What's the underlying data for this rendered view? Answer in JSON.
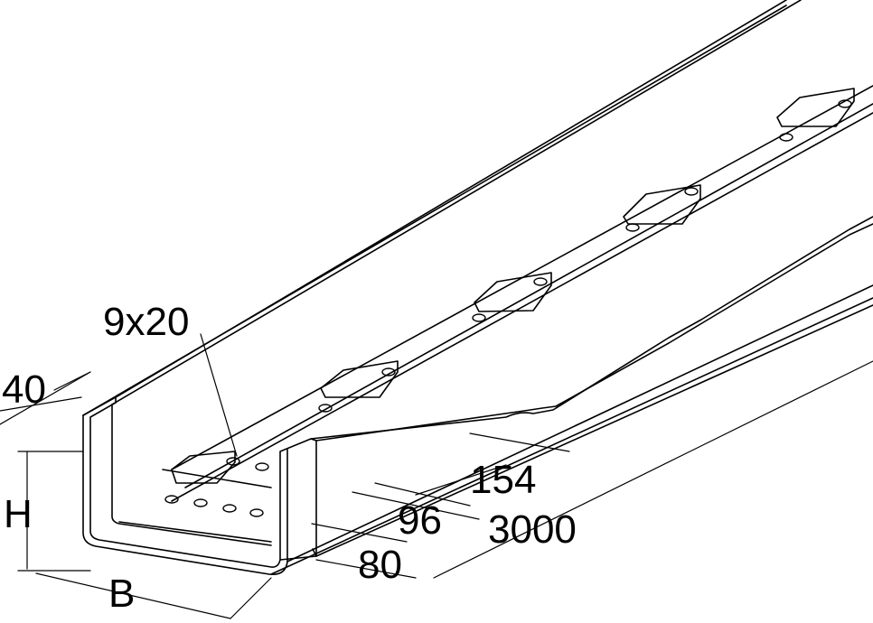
{
  "drawing": {
    "title": "Cable trunking with perforated base",
    "line_color": "#000000",
    "background": "#ffffff"
  },
  "dimensions": {
    "slot": "9x20",
    "lip": "40",
    "height": "H",
    "width": "B",
    "pitch_long": "154",
    "pitch_short": "96",
    "length": "3000",
    "offset": "80"
  }
}
